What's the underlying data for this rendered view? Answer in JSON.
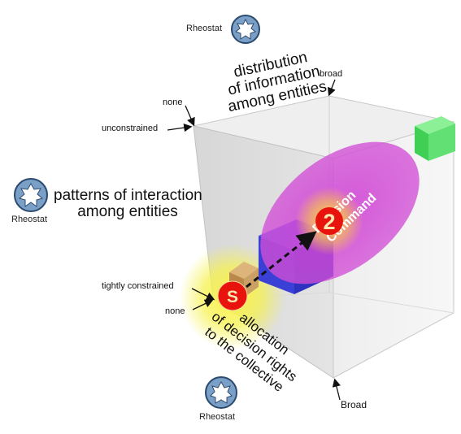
{
  "rheostats": {
    "top": "Rheostat",
    "left": "Rheostat",
    "bottom": "Rheostat"
  },
  "axes": {
    "information": {
      "lines": [
        "distribution",
        "of information",
        "among entities"
      ],
      "low": "none",
      "high": "broad"
    },
    "interaction": {
      "lines": [
        "patterns of interaction",
        "among entities"
      ],
      "low": "tightly constrained",
      "high": "unconstrained"
    },
    "decision": {
      "lines": [
        "allocation",
        "of decision rights",
        "to the collective"
      ],
      "low": "none",
      "high": "Broad"
    }
  },
  "markers": {
    "start": "S",
    "target": "2"
  },
  "region_label": [
    "Decision",
    "Command"
  ],
  "colors": {
    "cube_face": "#e6e6e6",
    "ellipse": "#c23fc2",
    "glow": "#f7f247",
    "marker": "#e8130c",
    "corner_cube_green": "#58e06a",
    "inner_box_blue": "#3a3fd6",
    "small_box_brown": "#c99b56"
  }
}
